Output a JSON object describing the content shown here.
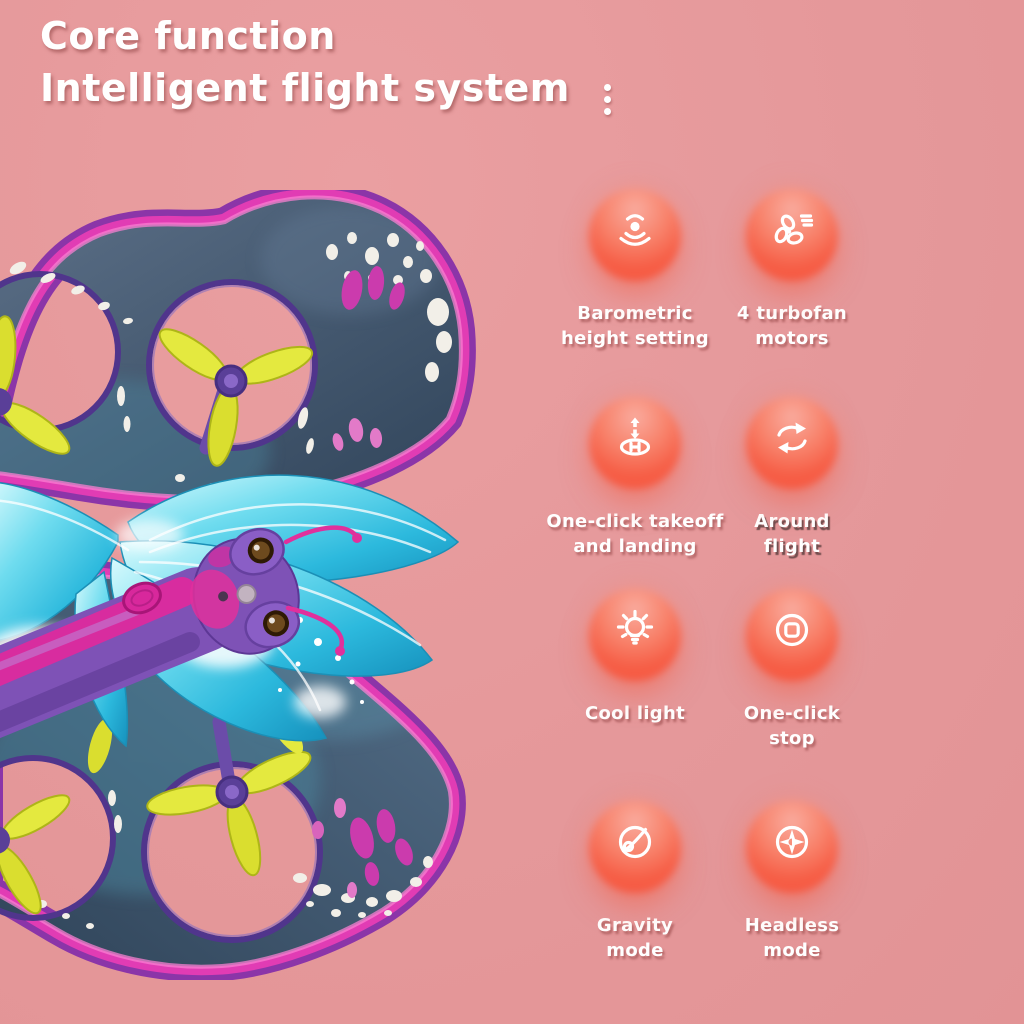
{
  "title": {
    "line1": "Core function",
    "line2": "Intelligent flight system"
  },
  "features": [
    {
      "icon": "barometric-height-icon",
      "label": "Barometric height setting",
      "lines": [
        "Barometric",
        "height setting"
      ]
    },
    {
      "icon": "turbofan-motors-icon",
      "label": "4 turbofan motors",
      "lines": [
        "4 turbofan",
        "motors"
      ]
    },
    {
      "icon": "takeoff-landing-icon",
      "label": "One-click takeoff and landing",
      "lines": [
        "One-click takeoff",
        "and landing"
      ]
    },
    {
      "icon": "around-flight-icon",
      "label": "Around flight",
      "lines": [
        "Around",
        "flight"
      ]
    },
    {
      "icon": "cool-light-icon",
      "label": "Cool light",
      "lines": [
        "Cool light",
        ""
      ]
    },
    {
      "icon": "one-click-stop-icon",
      "label": "One-click stop",
      "lines": [
        "One-click",
        "stop"
      ]
    },
    {
      "icon": "gravity-mode-icon",
      "label": "Gravity mode",
      "lines": [
        "Gravity",
        "mode"
      ]
    },
    {
      "icon": "headless-mode-icon",
      "label": "Headless mode",
      "lines": [
        "Headless",
        "mode"
      ]
    }
  ],
  "colors": {
    "background": "#e5989a",
    "orb_red": "#f65a43",
    "text": "#ffffff",
    "wing_rim_magenta": "#e13cb4",
    "wing_panel_dark": "#3a4e63",
    "propeller_yellow": "#e4e93f",
    "body_purple": "#7e52b6",
    "feather_cyan": "#2cb9dd",
    "antenna_magenta": "#e0309c"
  },
  "product": {
    "subject": "butterfly drone quadcopter"
  }
}
